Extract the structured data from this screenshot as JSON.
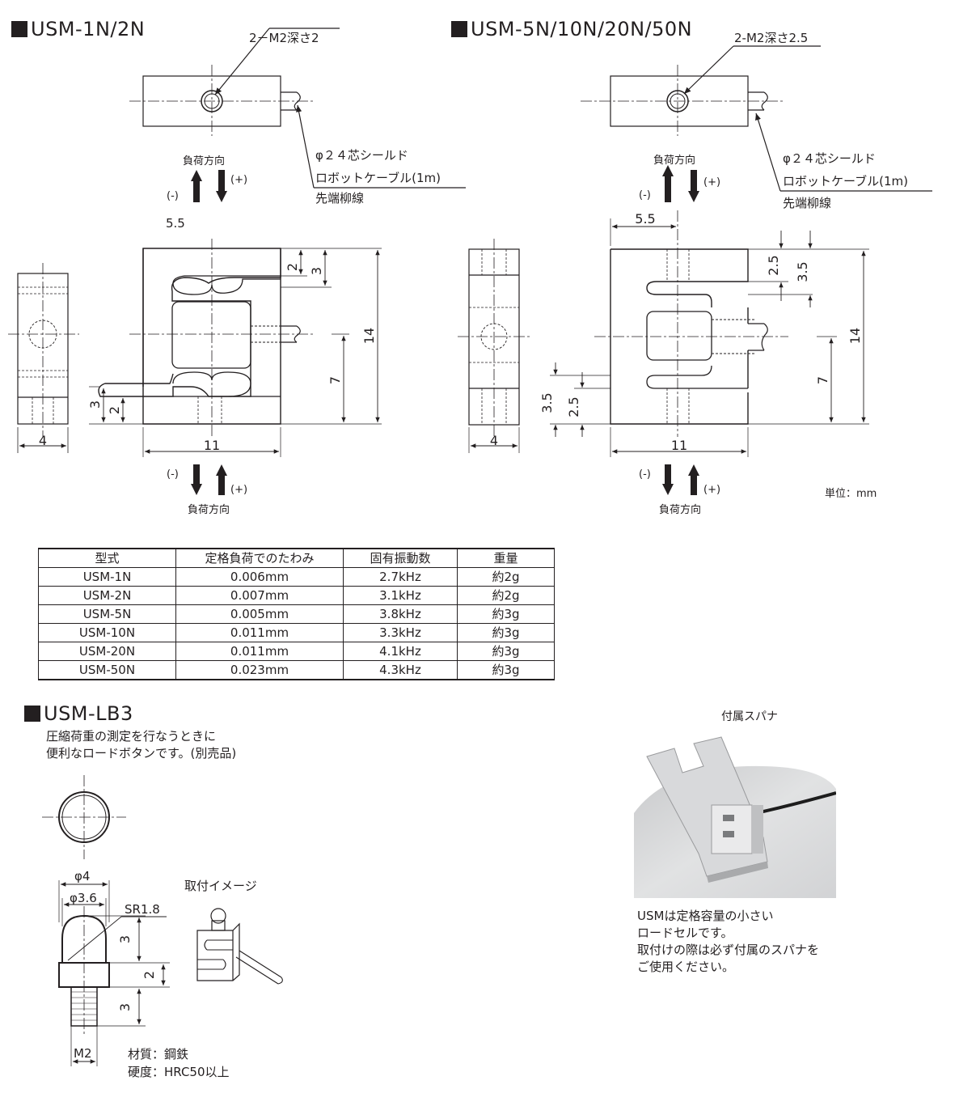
{
  "sections": {
    "left_title": "USM-1N/2N",
    "right_title": "USM-5N/10N/20N/50N",
    "lb3_title": "USM-LB3"
  },
  "left_drawing": {
    "thread_note": "2－M2深さ2",
    "cable_note_1": "φ２４芯シールド",
    "cable_note_2": "ロボットケーブル(1m)",
    "cable_note_3": "先端柳線",
    "load_dir": "負荷方向",
    "minus": "(-)",
    "plus": "(+)",
    "partial_dim": "5.5",
    "dims": {
      "d2": "2",
      "d3": "3",
      "d14": "14",
      "d7": "7",
      "d3b": "3",
      "d2b": "2",
      "d4": "4",
      "d11": "11"
    }
  },
  "right_drawing": {
    "thread_note": "2-M2深さ2.5",
    "cable_note_1": "φ２４芯シールド",
    "cable_note_2": "ロボットケーブル(1m)",
    "cable_note_3": "先端柳線",
    "load_dir": "負荷方向",
    "minus": "(-)",
    "plus": "(+)",
    "dims": {
      "d55": "5.5",
      "d25": "2.5",
      "d35": "3.5",
      "d14": "14",
      "d7": "7",
      "d35b": "3.5",
      "d25b": "2.5",
      "d4": "4",
      "d11": "11"
    },
    "unit": "単位：mm"
  },
  "spec_table": {
    "headers": [
      "型式",
      "定格負荷でのたわみ",
      "固有振動数",
      "重量"
    ],
    "rows": [
      [
        "USM-1N",
        "0.006mm",
        "2.7kHz",
        "約2g"
      ],
      [
        "USM-2N",
        "0.007mm",
        "3.1kHz",
        "約2g"
      ],
      [
        "USM-5N",
        "0.005mm",
        "3.8kHz",
        "約3g"
      ],
      [
        "USM-10N",
        "0.011mm",
        "3.3kHz",
        "約3g"
      ],
      [
        "USM-20N",
        "0.011mm",
        "4.1kHz",
        "約3g"
      ],
      [
        "USM-50N",
        "0.023mm",
        "4.3kHz",
        "約3g"
      ]
    ]
  },
  "lb3": {
    "desc_1": "圧縮荷重の測定を行なうときに",
    "desc_2": "便利なロードボタンです。(別売品)",
    "dim_phi4": "φ4",
    "dim_phi36": "φ3.6",
    "dim_sr": "SR1.8",
    "dim_3a": "3",
    "dim_2": "2",
    "dim_3b": "3",
    "dim_m2": "M2",
    "mount_label": "取付イメージ",
    "material": "材質：鋼鉄",
    "hardness": "硬度：HRC50以上"
  },
  "photo": {
    "caption": "付属スパナ",
    "note_1": "USMは定格容量の小さい",
    "note_2": "ロードセルです。",
    "note_3": "取付けの際は必ず付属のスパナを",
    "note_4": "ご使用ください。"
  }
}
